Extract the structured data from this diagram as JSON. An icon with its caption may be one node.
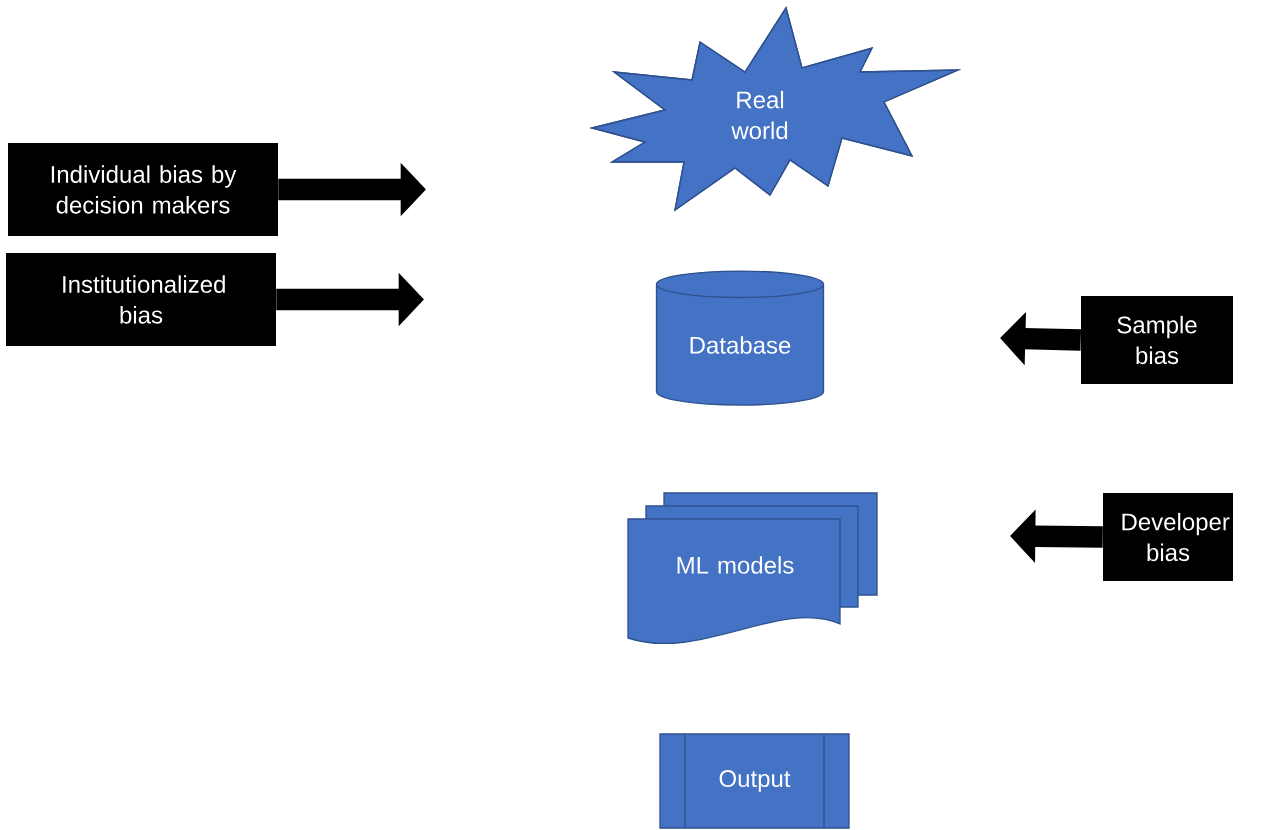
{
  "diagram": {
    "nodes": [
      {
        "text": [
          "Real world"
        ]
      },
      {
        "text": [
          "Individual bias by decision makers"
        ]
      },
      {
        "text": [
          "Institutionalized bias"
        ]
      },
      {
        "text": [
          "Database"
        ]
      },
      {
        "text": [
          "Sample bias"
        ]
      },
      {
        "text": [
          "ML models"
        ]
      },
      {
        "text": [
          "Developer bias"
        ]
      },
      {
        "text": [
          "Output"
        ]
      }
    ],
    "edges": [
      {
        "from": 1,
        "to": null,
        "arrow": "to"
      },
      {
        "from": 2,
        "to": null,
        "arrow": "to"
      },
      {
        "from": 4,
        "to": null,
        "arrow": "to"
      },
      {
        "from": 6,
        "to": null,
        "arrow": "to"
      }
    ]
  }
}
